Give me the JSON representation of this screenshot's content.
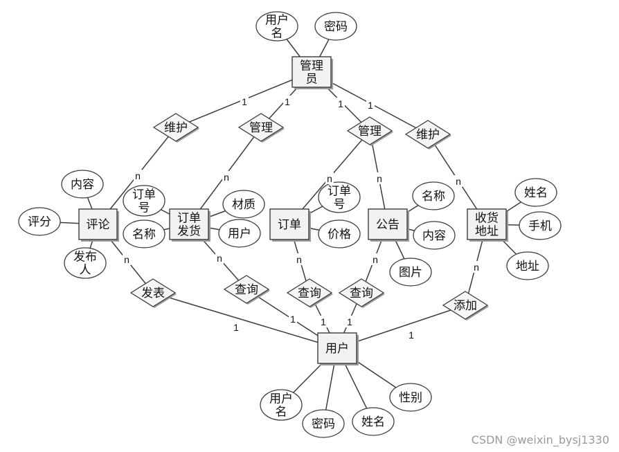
{
  "entities": [
    {
      "id": "admin",
      "label": [
        "管理",
        "员"
      ]
    },
    {
      "id": "comment",
      "label": [
        "评论"
      ]
    },
    {
      "id": "shipping",
      "label": [
        "订单",
        "发货"
      ]
    },
    {
      "id": "order",
      "label": [
        "订单"
      ]
    },
    {
      "id": "notice",
      "label": [
        "公告"
      ]
    },
    {
      "id": "address",
      "label": [
        "收货",
        "地址"
      ]
    },
    {
      "id": "user",
      "label": [
        "用户"
      ]
    }
  ],
  "relationships": [
    {
      "id": "rel-maintain-1",
      "label": "维护"
    },
    {
      "id": "rel-manage-1",
      "label": "管理"
    },
    {
      "id": "rel-manage-2",
      "label": "管理"
    },
    {
      "id": "rel-maintain-2",
      "label": "维护"
    },
    {
      "id": "rel-publish",
      "label": "发表"
    },
    {
      "id": "rel-query-1",
      "label": "查询"
    },
    {
      "id": "rel-query-2",
      "label": "查询"
    },
    {
      "id": "rel-query-3",
      "label": "查询"
    },
    {
      "id": "rel-add",
      "label": "添加"
    }
  ],
  "attributes": [
    {
      "id": "admin-username",
      "label": [
        "用户",
        "名"
      ]
    },
    {
      "id": "admin-password",
      "label": [
        "密码"
      ]
    },
    {
      "id": "comment-content",
      "label": [
        "内容"
      ]
    },
    {
      "id": "comment-rating",
      "label": [
        "评分"
      ]
    },
    {
      "id": "comment-publisher",
      "label": [
        "发布",
        "人"
      ]
    },
    {
      "id": "shipping-orderno",
      "label": [
        "订单",
        "号"
      ]
    },
    {
      "id": "shipping-name",
      "label": [
        "名称"
      ]
    },
    {
      "id": "shipping-material",
      "label": [
        "材质"
      ]
    },
    {
      "id": "shipping-user",
      "label": [
        "用户"
      ]
    },
    {
      "id": "order-orderno",
      "label": [
        "订单",
        "号"
      ]
    },
    {
      "id": "order-price",
      "label": [
        "价格"
      ]
    },
    {
      "id": "notice-name",
      "label": [
        "名称"
      ]
    },
    {
      "id": "notice-content",
      "label": [
        "内容"
      ]
    },
    {
      "id": "notice-image",
      "label": [
        "图片"
      ]
    },
    {
      "id": "address-name",
      "label": [
        "姓名"
      ]
    },
    {
      "id": "address-phone",
      "label": [
        "手机"
      ]
    },
    {
      "id": "address-address",
      "label": [
        "地址"
      ]
    },
    {
      "id": "user-username",
      "label": [
        "用户",
        "名"
      ]
    },
    {
      "id": "user-password",
      "label": [
        "密码"
      ]
    },
    {
      "id": "user-name",
      "label": [
        "姓名"
      ]
    },
    {
      "id": "user-gender",
      "label": [
        "性别"
      ]
    }
  ],
  "cardinalities": {
    "admin-maintain-1": "1",
    "admin-manage-1": "1",
    "admin-manage-2": "1",
    "admin-maintain-2": "1",
    "comment-maintain": "n",
    "shipping-manage": "n",
    "order-manage": "n",
    "notice-manage": "n",
    "address-maintain": "n",
    "comment-publish": "n",
    "shipping-query": "n",
    "order-query": "n",
    "notice-query": "n",
    "address-add": "n",
    "user-publish": "1",
    "user-query-1": "1",
    "user-query-2": "1",
    "user-query-3": "1",
    "user-add": "1"
  },
  "watermark": "CSDN @weixin_bysj1330"
}
